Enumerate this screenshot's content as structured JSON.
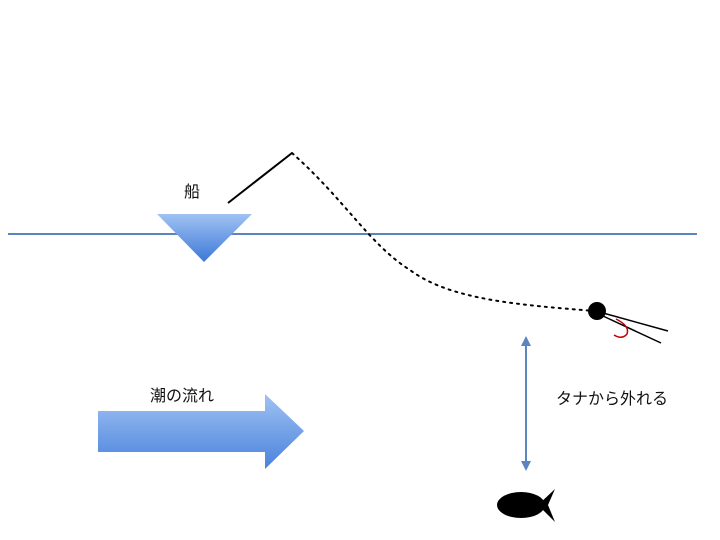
{
  "labels": {
    "boat": "船",
    "current": "潮の流れ",
    "out_of_range": "タナから外れる"
  },
  "colors": {
    "water_line": "#5b85bf",
    "boat_fill_top": "#9fc2f3",
    "boat_fill_bottom": "#3d78d6",
    "arrow_fill_top": "#9fc2f3",
    "arrow_fill_bottom": "#4a82dc",
    "depth_arrow": "#5b85bf",
    "line_color": "#000000",
    "hook_color": "#c00000",
    "fish_color": "#000000"
  },
  "icons": {
    "boat": "inverted-triangle",
    "current_arrow": "right-block-arrow",
    "sinker": "black-dot",
    "fish": "fish-silhouette"
  }
}
